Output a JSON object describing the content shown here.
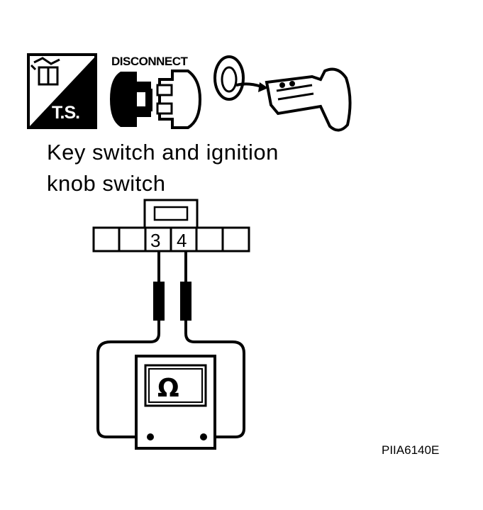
{
  "icons": {
    "ts_label": "T.S.",
    "disconnect_label": "DISCONNECT",
    "items": [
      "harness-ts-icon",
      "disconnect-connector-icon",
      "ignition-key-icon"
    ]
  },
  "title_lines": [
    "Key switch and ignition",
    "knob switch"
  ],
  "connector": {
    "terminals": [
      "3",
      "4"
    ]
  },
  "meter": {
    "symbol": "Ω"
  },
  "reference": "PIIA6140E"
}
